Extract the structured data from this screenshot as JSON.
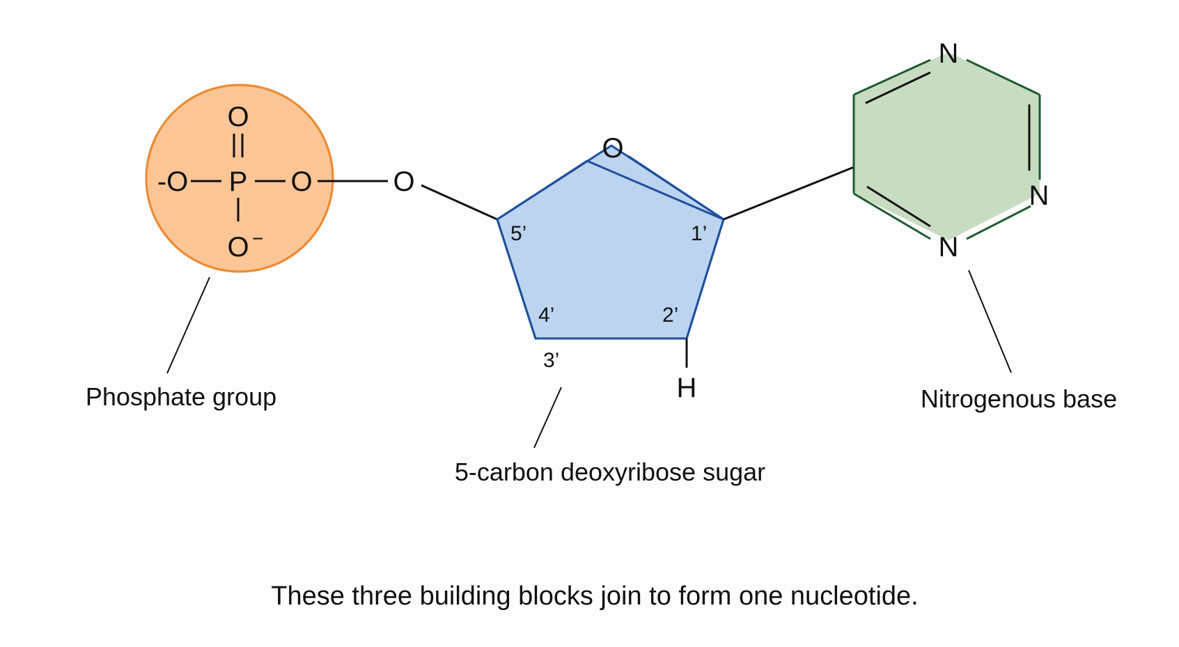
{
  "colors": {
    "phosphate_fill": "#fbc596",
    "phosphate_stroke": "#ee8a30",
    "sugar_fill": "#bcd4f0",
    "sugar_stroke": "#1f4f9c",
    "base_fill": "#c8dcc2",
    "base_stroke": "#1f5a32"
  },
  "phosphate": {
    "o_top": "O",
    "o_left": "-O",
    "p": "P",
    "o_right": "O",
    "o_bottom": "O",
    "o_bottom_charge": "−",
    "bridge_o": "O"
  },
  "sugar": {
    "ring_o": "O",
    "c1": "1’",
    "c2": "2’",
    "c3": "3’",
    "c4": "4’",
    "c5": "5’",
    "h": "H"
  },
  "base": {
    "n_top": "N",
    "n_right": "N",
    "n_bottom": "N"
  },
  "labels": {
    "phosphate": "Phosphate group",
    "sugar": "5-carbon deoxyribose sugar",
    "base": "Nitrogenous base"
  },
  "caption": "These three building blocks join to form one nucleotide."
}
